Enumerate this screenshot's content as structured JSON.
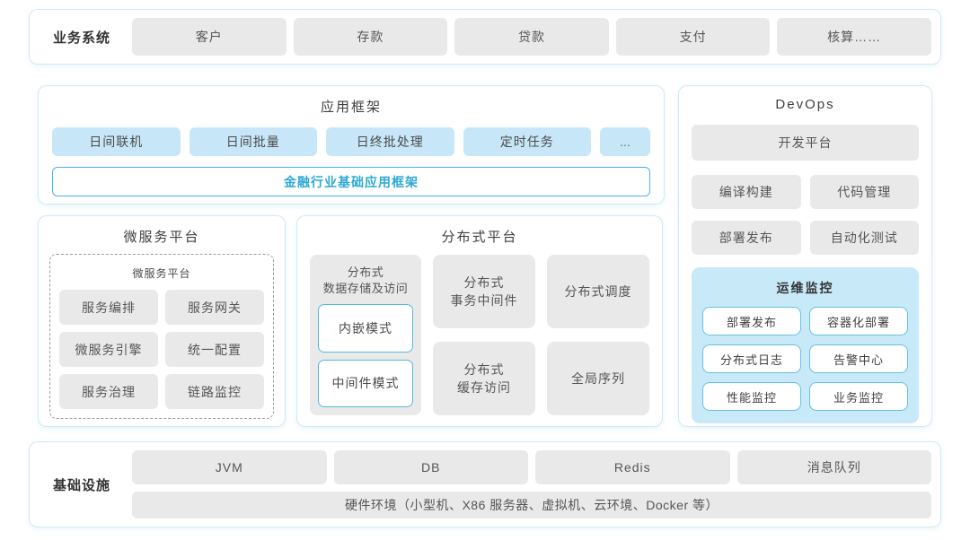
{
  "colors": {
    "panel_border": "#cfeaf4",
    "gray_box": "#e9e9e9",
    "blue_box": "#c7e7f8",
    "monitor_bg": "#c7e9f8",
    "accent_text": "#2ea9d3",
    "accent_border": "#45b5dc",
    "monitor_item_border": "#66c1e4"
  },
  "business": {
    "label": "业务系统",
    "items": [
      "客户",
      "存款",
      "贷款",
      "支付",
      "核算……"
    ]
  },
  "app_framework": {
    "title": "应用框架",
    "items": [
      "日间联机",
      "日间批量",
      "日终批处理",
      "定时任务",
      "..."
    ],
    "base": "金融行业基础应用框架"
  },
  "microservice": {
    "title": "微服务平台",
    "inner_title": "微服务平台",
    "items": [
      "服务编排",
      "服务网关",
      "微服务引擎",
      "统一配置",
      "服务治理",
      "链路监控"
    ]
  },
  "distributed": {
    "title": "分布式平台",
    "storage": {
      "label": "分布式\n数据存储及访问",
      "modes": [
        "内嵌模式",
        "中间件模式"
      ]
    },
    "col2": [
      "分布式\n事务中间件",
      "分布式\n缓存访问"
    ],
    "col3": [
      "分布式调度",
      "全局序列"
    ]
  },
  "devops": {
    "title": "DevOps",
    "platform": "开发平台",
    "items": [
      "编译构建",
      "代码管理",
      "部署发布",
      "自动化测试"
    ],
    "monitor": {
      "title": "运维监控",
      "items": [
        "部署发布",
        "容器化部署",
        "分布式日志",
        "告警中心",
        "性能监控",
        "业务监控"
      ]
    }
  },
  "infrastructure": {
    "label": "基础设施",
    "items": [
      "JVM",
      "DB",
      "Redis",
      "消息队列"
    ],
    "hardware": "硬件环境（小型机、X86 服务器、虚拟机、云环境、Docker 等）"
  }
}
